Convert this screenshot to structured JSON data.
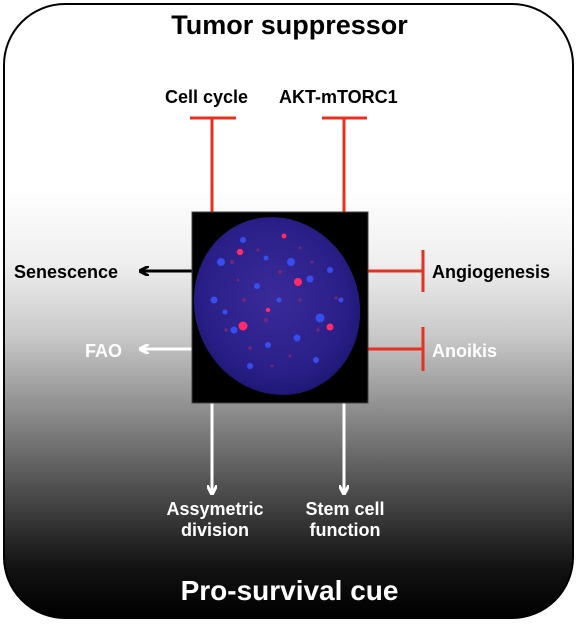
{
  "title_top": "Tumor suppressor",
  "title_bottom": "Pro-survival cue",
  "inhibited": {
    "cell_cycle": "Cell cycle",
    "akt_mtorc1": "AKT-mTORC1",
    "angiogenesis": "Angiogenesis",
    "anoikis": "Anoikis"
  },
  "promoted": {
    "senescence": "Senescence",
    "fao": "FAO",
    "assymetric_division_line1": "Assymetric",
    "assymetric_division_line2": "division",
    "stem_cell_function_line1": "Stem cell",
    "stem_cell_function_line2": "function"
  },
  "colors": {
    "inhibition": "#e8301e",
    "nucleus": "#1a1a9a",
    "foci": "#ff2060",
    "black_arrow": "#000000",
    "white_arrow": "#ffffff"
  }
}
